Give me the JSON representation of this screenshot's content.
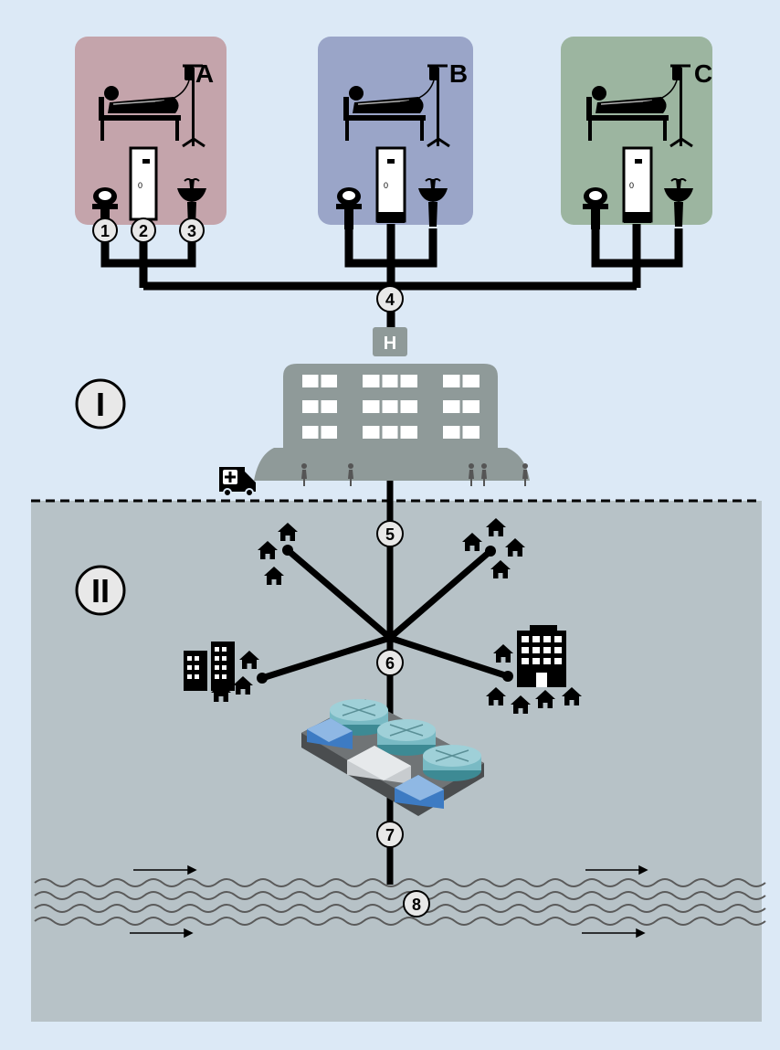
{
  "rooms": [
    {
      "label": "A",
      "color": "#c4a4ab"
    },
    {
      "label": "B",
      "color": "#9aa5c8"
    },
    {
      "label": "C",
      "color": "#9cb5a0"
    }
  ],
  "outlet_numbers": [
    "1",
    "2",
    "3"
  ],
  "nodes": {
    "n4": "4",
    "n5": "5",
    "n6": "6",
    "n7": "7",
    "n8": "8"
  },
  "hospital_sign": "H",
  "sections": {
    "hospital": "I",
    "community": "II"
  },
  "colors": {
    "background": "#dce9f6",
    "community_area": "#b7c2c7",
    "hospital_building": "#8f9a99",
    "pipe": "#000000",
    "plant_blue": "#3d7bc3",
    "plant_tank": "#9fd0d8"
  },
  "icons": [
    "patient-bed-icon",
    "iv-drip-icon",
    "toilet-icon",
    "shower-icon",
    "sink-icon",
    "hospital-building-icon",
    "ambulance-icon",
    "person-icon",
    "house-icon",
    "apartment-building-icon",
    "treatment-plant-icon",
    "river-wave-icon",
    "flow-arrow-icon"
  ]
}
